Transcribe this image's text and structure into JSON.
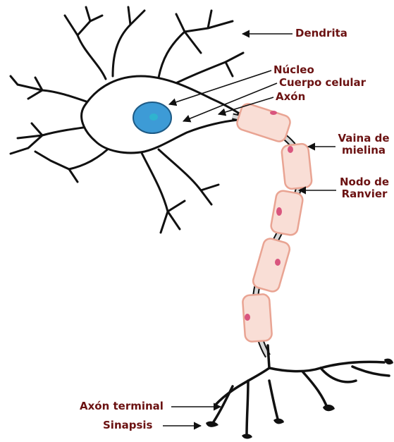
{
  "colors": {
    "label_text": "#6b1212",
    "outline": "#111111",
    "myelin_fill": "#f9ded6",
    "myelin_stroke": "#e9a493",
    "axon_core": "#d7d7d7",
    "schwann_nucleus": "#d9557e",
    "nucleus_fill": "#3d9bd6",
    "nucleolus_fill": "#2fb3cf"
  },
  "labels": {
    "dendrita": "Dendrita",
    "nucleo": "Núcleo",
    "cuerpo_celular": "Cuerpo celular",
    "axon": "Axón",
    "vaina_line1": "Vaina de",
    "vaina_line2": "mielina",
    "nodo_line1": "Nodo de",
    "nodo_line2": "Ranvier",
    "axon_terminal": "Axón terminal",
    "sinapsis": "Sinapsis"
  }
}
